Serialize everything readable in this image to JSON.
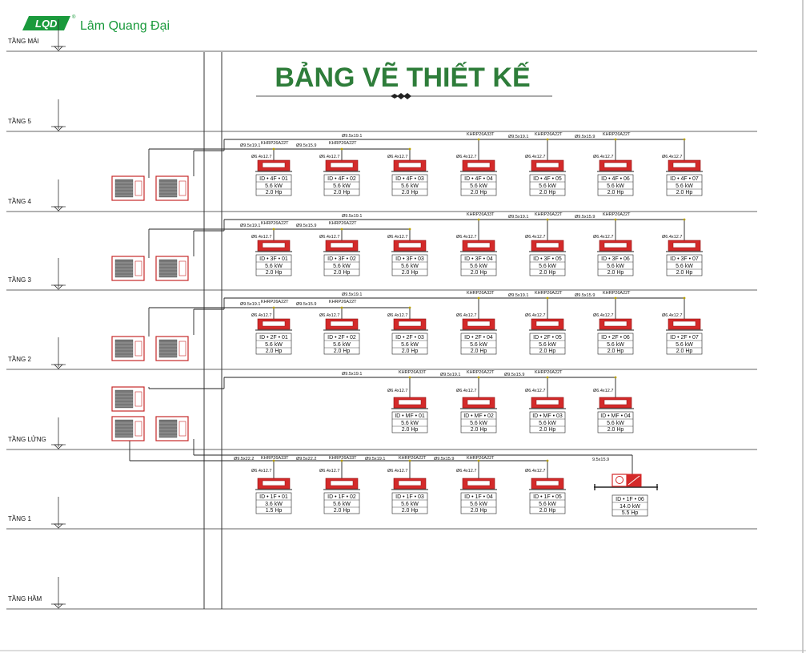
{
  "brand": {
    "name": "Lâm Quang Đại",
    "logo_text": "LQD",
    "color": "#1a9a3c"
  },
  "title": "BẢNG VẼ THIẾT KẾ",
  "colors": {
    "title": "#2e7d3a",
    "unit": "#d42a2a",
    "outdoor": "#c62828",
    "pipe": "#222222"
  },
  "floors": [
    {
      "label": "TẦNG MÁI"
    },
    {
      "label": "TẦNG 5"
    },
    {
      "label": "TẦNG 4"
    },
    {
      "label": "TẦNG 3"
    },
    {
      "label": "TẦNG 2"
    },
    {
      "label": "TẦNG LỬNG"
    },
    {
      "label": "TẦNG 1"
    },
    {
      "label": "TẦNG HẦM"
    }
  ],
  "floor_4": {
    "units": [
      {
        "id": "ID • 4F • 01",
        "kw": "5.6 kW",
        "hp": "2.0 Hp"
      },
      {
        "id": "ID • 4F • 02",
        "kw": "5.6 kW",
        "hp": "2.0 Hp"
      },
      {
        "id": "ID • 4F • 03",
        "kw": "5.6 kW",
        "hp": "2.0 Hp"
      },
      {
        "id": "ID • 4F • 04",
        "kw": "5.6 kW",
        "hp": "2.0 Hp"
      },
      {
        "id": "ID • 4F • 05",
        "kw": "5.6 kW",
        "hp": "2.0 Hp"
      },
      {
        "id": "ID • 4F • 06",
        "kw": "5.6 kW",
        "hp": "2.0 Hp"
      },
      {
        "id": "ID • 4F • 07",
        "kw": "5.6 kW",
        "hp": "2.0 Hp"
      }
    ]
  },
  "floor_3": {
    "units": [
      {
        "id": "ID • 3F • 01",
        "kw": "5.6 kW",
        "hp": "2.0 Hp"
      },
      {
        "id": "ID • 3F • 02",
        "kw": "5.6 kW",
        "hp": "2.0 Hp"
      },
      {
        "id": "ID • 3F • 03",
        "kw": "5.6 kW",
        "hp": "2.0 Hp"
      },
      {
        "id": "ID • 3F • 04",
        "kw": "5.6 kW",
        "hp": "2.0 Hp"
      },
      {
        "id": "ID • 3F • 05",
        "kw": "5.6 kW",
        "hp": "2.0 Hp"
      },
      {
        "id": "ID • 3F • 06",
        "kw": "5.6 kW",
        "hp": "2.0 Hp"
      },
      {
        "id": "ID • 3F • 07",
        "kw": "5.6 kW",
        "hp": "2.0 Hp"
      }
    ]
  },
  "floor_2": {
    "units": [
      {
        "id": "ID • 2F • 01",
        "kw": "5.6 kW",
        "hp": "2.0 Hp"
      },
      {
        "id": "ID • 2F • 02",
        "kw": "5.6 kW",
        "hp": "2.0 Hp"
      },
      {
        "id": "ID • 2F • 03",
        "kw": "5.6 kW",
        "hp": "2.0 Hp"
      },
      {
        "id": "ID • 2F • 04",
        "kw": "5.6 kW",
        "hp": "2.0 Hp"
      },
      {
        "id": "ID • 2F • 05",
        "kw": "5.6 kW",
        "hp": "2.0 Hp"
      },
      {
        "id": "ID • 2F • 06",
        "kw": "5.6 kW",
        "hp": "2.0 Hp"
      },
      {
        "id": "ID • 2F • 07",
        "kw": "5.6 kW",
        "hp": "2.0 Hp"
      }
    ]
  },
  "floor_mf": {
    "units": [
      {
        "id": "ID • MF • 01",
        "kw": "5.6 kW",
        "hp": "2.0 Hp"
      },
      {
        "id": "ID • MF • 02",
        "kw": "5.6 kW",
        "hp": "2.0 Hp"
      },
      {
        "id": "ID • MF • 03",
        "kw": "5.6 kW",
        "hp": "2.0 Hp"
      },
      {
        "id": "ID • MF • 04",
        "kw": "5.6 kW",
        "hp": "2.0 Hp"
      }
    ]
  },
  "floor_1": {
    "units": [
      {
        "id": "ID • 1F • 01",
        "kw": "3.6 kW",
        "hp": "1.5 Hp"
      },
      {
        "id": "ID • 1F • 02",
        "kw": "5.6 kW",
        "hp": "2.0 Hp"
      },
      {
        "id": "ID • 1F • 03",
        "kw": "5.6 kW",
        "hp": "2.0 Hp"
      },
      {
        "id": "ID • 1F • 04",
        "kw": "5.6 kW",
        "hp": "2.0 Hp"
      },
      {
        "id": "ID • 1F • 05",
        "kw": "5.6 kW",
        "hp": "2.0 Hp"
      },
      {
        "id": "ID • 1F • 06",
        "kw": "14.0 kW",
        "hp": "5.5 Hp"
      }
    ]
  },
  "pipe_labels": {
    "main_b": "Ø9.5x19.1",
    "main_a": "Ø9.5x15.9",
    "branch": "Ø6.4x12.7",
    "branch_1f": "Ø9.5x22.2",
    "ahu_pipe": "9.5x15.9",
    "joint_22": "KHRP26A22T",
    "joint_33": "KHRP26A33T"
  }
}
